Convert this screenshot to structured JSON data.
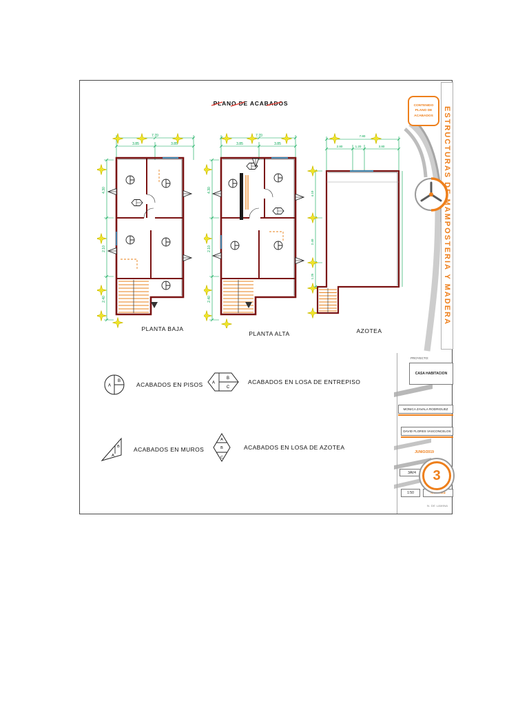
{
  "sheet": {
    "title": "PLANO DE ACABADOS"
  },
  "plans": [
    {
      "label": "PLANTA BAJA",
      "dims": {
        "top_total": "7.70",
        "top": [
          "3.85",
          "3.85"
        ],
        "left": [
          "4.30",
          "2.10",
          "2.40"
        ]
      }
    },
    {
      "label": "PLANTA ALTA",
      "dims": {
        "top_total": "7.70",
        "top": [
          "3.85",
          "3.85"
        ],
        "left": [
          "4.30",
          "2.10",
          "2.40"
        ]
      }
    },
    {
      "label": "AZOTEA",
      "dims": {
        "top_total": "7.80",
        "top": [
          "2.80",
          "1.20",
          "3.80"
        ],
        "left": [
          "4.10",
          "2.40",
          "1.25"
        ]
      }
    }
  ],
  "legend": [
    {
      "label": "ACABADOS EN PISOS",
      "letters": [
        "A",
        "B"
      ]
    },
    {
      "label": "ACABADOS EN LOSA DE ENTREPISO",
      "letters": [
        "A",
        "B",
        "C"
      ]
    },
    {
      "label": "ACABADOS EN MUROS",
      "letters": [
        "A",
        "B"
      ]
    },
    {
      "label": "ACABADOS EN LOSA DE AZOTEA",
      "letters": [
        "A",
        "B",
        "C"
      ]
    }
  ],
  "titleblock": {
    "contenido_label": "CONTENIDO",
    "contenido_value": "PLANO DE ACABADOS",
    "vertical_title": "ESTRUCTURAS DE MAMPOSTERIA Y MADERA",
    "proyecto_label": "PROYECTO:",
    "proyecto_value": "CASA HABITACION",
    "alumna_value": "MONICA ZAVALA RODRIGUEZ",
    "profesor_value": "DAVID FLORES VASCONCELOS",
    "fecha_value": "JUNIO/2019",
    "clave_value": "3AV4",
    "escala_value": "1:50",
    "acotacion_value": "METROS",
    "sheet_number": "3",
    "lamina_label": "N. DE LAMINA"
  },
  "colors": {
    "accent_orange": "#EE7F1B",
    "dimension_green": "#00A650",
    "grid_star_yellow": "#FDF53F",
    "wall_red": "#7A1212",
    "band_gray": "#C2C2C2"
  }
}
